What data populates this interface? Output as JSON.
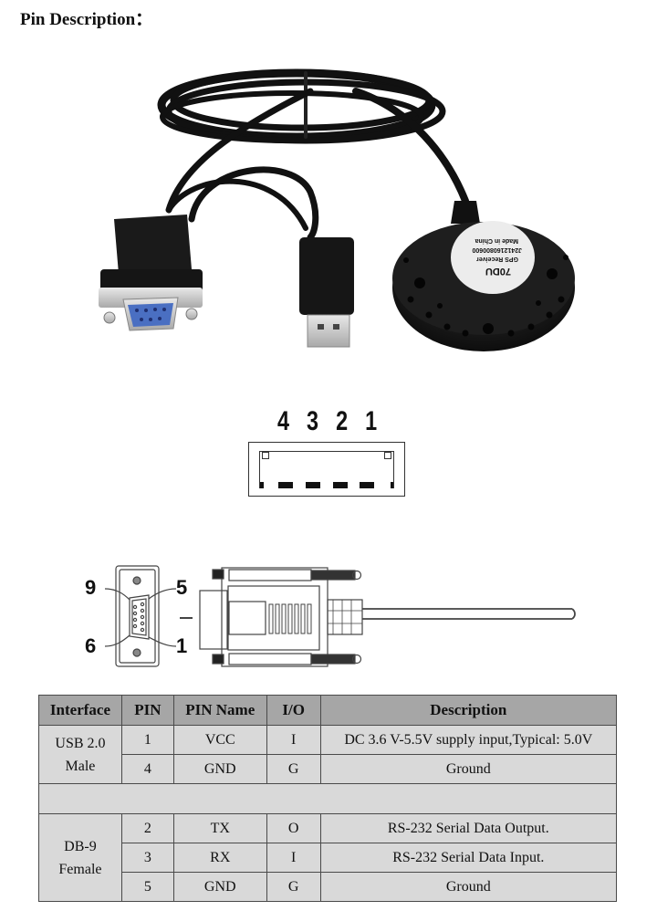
{
  "page": {
    "title": "Pin Description："
  },
  "photo": {
    "description": "GPS receiver with DB-9 female serial connector and USB 2.0 male power connector",
    "receiver_label": {
      "brand": "70DU",
      "model": "GPS Receiver",
      "serial": "J2412160800600",
      "origin": "Made in China"
    }
  },
  "usb_diagram": {
    "pin_numbers": [
      "4",
      "3",
      "2",
      "1"
    ]
  },
  "db9_diagram": {
    "pin_labels": {
      "top_left": "9",
      "top_right": "5",
      "bottom_left": "6",
      "bottom_right": "1"
    }
  },
  "table": {
    "headers": [
      "Interface",
      "PIN",
      "PIN Name",
      "I/O",
      "Description"
    ],
    "groups": [
      {
        "interface_line1": "USB 2.0",
        "interface_line2": "Male",
        "rows": [
          {
            "pin": "1",
            "name": "VCC",
            "io": "I",
            "description": "DC 3.6 V-5.5V supply input,Typical: 5.0V"
          },
          {
            "pin": "4",
            "name": "GND",
            "io": "G",
            "description": "Ground"
          }
        ]
      },
      {
        "interface_line1": "DB-9",
        "interface_line2": "Female",
        "rows": [
          {
            "pin": "2",
            "name": "TX",
            "io": "O",
            "description": "RS-232 Serial Data Output."
          },
          {
            "pin": "3",
            "name": "RX",
            "io": "I",
            "description": "RS-232 Serial Data Input."
          },
          {
            "pin": "5",
            "name": "GND",
            "io": "G",
            "description": "Ground"
          }
        ]
      }
    ]
  },
  "colors": {
    "header_bg": "#a6a6a6",
    "cell_bg": "#d9d9d9",
    "border": "#4a4a4a",
    "db9_face_blue": "#4a6fc2"
  }
}
